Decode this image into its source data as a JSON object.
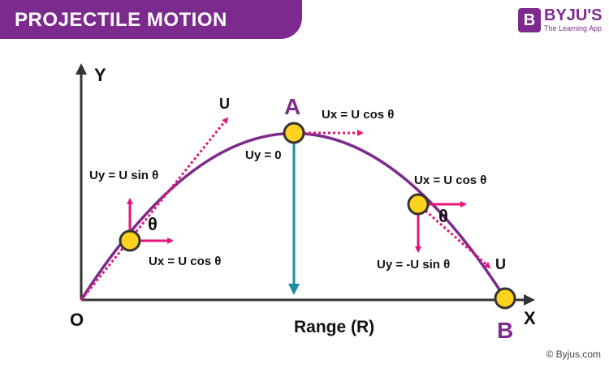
{
  "header": {
    "title": "PROJECTILE MOTION",
    "brand_mark": "B",
    "brand_name": "BYJU'S",
    "brand_tagline": "The Learning App"
  },
  "axes": {
    "y_label": "Y",
    "x_label": "X",
    "origin_label": "O",
    "range_label": "Range (R)"
  },
  "points": {
    "peak_label": "A",
    "landing_label": "B"
  },
  "annotations": {
    "launch_velocity": "U",
    "launch_uy": "Uy = U sin θ",
    "launch_ux": "Ux = U cos θ",
    "launch_angle": "θ",
    "peak_ux": "Ux = U cos θ",
    "peak_uy": "Uy = 0",
    "descent_ux": "Ux = U cos θ",
    "descent_angle": "θ",
    "descent_uy": "Uy = -U sin θ",
    "descent_velocity": "U"
  },
  "colors": {
    "trajectory": "#7d2a8e",
    "vector": "#e5157a",
    "range_arrow": "#1a8ea0",
    "axis": "#333333",
    "ball_fill": "#ffd21f",
    "ball_stroke": "#333333"
  },
  "footer": {
    "copyright": "© Byjus.com"
  }
}
